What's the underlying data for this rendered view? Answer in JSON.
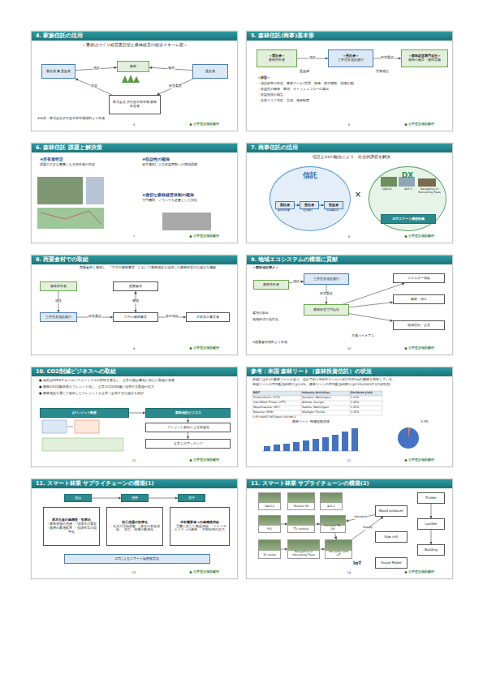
{
  "diagram": {
    "nodes": [
      {
        "text": [
          "4. 家族信託の活用"
        ]
      },
      {
        "text": [
          "委託者 兼 受益者"
        ],
        "in": 0
      },
      {
        "text": [
          "森林"
        ],
        "in": 0
      },
      {
        "text": [
          "受託者"
        ],
        "in": 0
      },
      {
        "text": [
          "株式会社 伊万里木材市場 森林経営者"
        ],
        "in": 0
      },
      {
        "text": [
          "5. 森林信託(商事)基本形"
        ]
      },
      {
        "text": [
          "＜委託者＞",
          "森林所有者"
        ],
        "in": 5
      },
      {
        "text": [
          "＜受託者＞",
          "三井住友信託銀行"
        ],
        "in": 5
      },
      {
        "text": [
          "＜森林経営専門会社＞",
          "森林の施業・管理実施"
        ],
        "in": 5
      },
      {
        "text": [
          "6. 森林信託 課題と解決策"
        ]
      },
      {
        "text": [
          "★所有者特定",
          "課題の大きな要素となる所有者の特定"
        ],
        "in": 9
      },
      {
        "text": [
          "★収益性の確保",
          "原木価格による収益変動への期間調整"
        ],
        "in": 9
      },
      {
        "text": [
          "★適切な森林経営体制の確保",
          "専門機関、ノウハウを必要とした対応"
        ],
        "in": 9
      },
      {
        "text": [
          "7. 商事信託の活用"
        ]
      },
      {
        "text": [
          "信託"
        ],
        "in": 13
      },
      {
        "text": [
          "委託者"
        ],
        "in": 14
      },
      {
        "text": [
          "受託者"
        ],
        "in": 14
      },
      {
        "text": [
          "受益者"
        ],
        "in": 14
      },
      {
        "text": [
          "DX"
        ],
        "in": 13
      },
      {
        "text": [
          "ICTスマート精密林業"
        ],
        "in": 18
      },
      {
        "text": [
          "8. 西粟倉村での取組"
        ]
      },
      {
        "text": [
          "森林所有者"
        ],
        "in": 20
      },
      {
        "text": [
          "三井住友信託銀行"
        ],
        "in": 20
      },
      {
        "text": [
          "西粟倉村"
        ],
        "in": 20
      },
      {
        "text": [
          "百年の森林事業"
        ],
        "in": 20
      },
      {
        "text": [
          "木材加工事業者"
        ],
        "in": 20
      },
      {
        "text": [
          "9. 地域エコシステムの構築に貢献"
        ]
      },
      {
        "text": [
          "森林所有者"
        ],
        "in": 26
      },
      {
        "text": [
          "三井住友信託銀行"
        ],
        "in": 26
      },
      {
        "text": [
          "森林経営専門会社"
        ],
        "in": 26
      },
      {
        "text": [
          "エネルギー供給"
        ],
        "in": 26
      },
      {
        "text": [
          "製材・加工"
        ],
        "in": 26
      },
      {
        "text": [
          "地域住民・企業"
        ],
        "in": 26
      },
      {
        "text": [
          "10. CO2削減ビジネスへの取組"
        ]
      },
      {
        "text": [
          "Jクレジット制度"
        ],
        "in": 33
      },
      {
        "text": [
          "森林信託ビジネス"
        ],
        "in": 33
      },
      {
        "text": [
          "クレジット創出による収益化"
        ],
        "in": 33
      },
      {
        "text": [
          "企業とのマッチング"
        ],
        "in": 33
      },
      {
        "text": [
          "参考：米国 森林リート（森林投資信託）の状況"
        ]
      },
      {
        "text": [
          "11. スマート林業 サプライチェーンの構築(1)"
        ]
      },
      {
        "text": [
          "川上"
        ],
        "in": 39
      },
      {
        "text": [
          "川中"
        ],
        "in": 39
      },
      {
        "text": [
          "川下"
        ],
        "in": 39
      },
      {
        "text": [
          "原木生産の高精度・効率化",
          "・森林資源の把握 ・伐採木の選定 ・路網の最適配置 ・伐採作業の効率化"
        ],
        "in": 39
      },
      {
        "text": [
          "加工流通の効率化",
          "・丸太の需給調整 ・原木の安定供給 ・加工・流通の最適化"
        ],
        "in": 39
      },
      {
        "text": [
          "木材需要者への高精度供給",
          "・需要に応じた製品供給 ・トレーサビリティの確保 ・木材利用の拡大"
        ],
        "in": 39
      },
      {
        "text": [
          "ICTによるスマート精密林業化"
        ],
        "in": 39
      },
      {
        "text": [
          "11. スマート林業 サプライチェーンの構築(2)"
        ]
      },
      {
        "text": [
          "UAV/LS"
        ],
        "in": 47
      },
      {
        "text": [
          "Multiple RS"
        ],
        "in": 47
      },
      {
        "text": [
          "ALS-3"
        ],
        "in": 47
      },
      {
        "text": [
          "PLS"
        ],
        "in": 47
      },
      {
        "text": [
          "TD method"
        ],
        "in": 47
      },
      {
        "text": [
          "3D model"
        ],
        "in": 47
      },
      {
        "text": [
          "Precision TD-DB"
        ],
        "in": 47
      },
      {
        "text": [
          "Navigation of Harvesting Trees"
        ],
        "in": 47
      },
      {
        "text": [
          "Harvester with IoT"
        ],
        "in": 47
      },
      {
        "text": [
          "Timber"
        ],
        "in": 47
      },
      {
        "text": [
          "Wood producer"
        ],
        "in": 47
      },
      {
        "text": [
          "Lumber"
        ],
        "in": 47
      },
      {
        "text": [
          "Saw mill"
        ],
        "in": 47
      },
      {
        "text": [
          "Building"
        ],
        "in": 47
      },
      {
        "text": [
          "House Maker"
        ],
        "in": 47
      }
    ],
    "edges": [
      {
        "from": 1,
        "to": 2,
        "label": "信託",
        "arrow": "to"
      },
      {
        "from": 3,
        "to": 2,
        "label": "管理",
        "arrow": "to"
      },
      {
        "from": 3,
        "to": 4,
        "label": "経営委託",
        "arrow": "to"
      },
      {
        "from": 4,
        "to": 1,
        "label": "収益",
        "arrow": "to"
      },
      {
        "from": 6,
        "to": 7,
        "label": "信託",
        "arrow": "to"
      },
      {
        "from": 7,
        "to": 8,
        "label": "経営委託",
        "arrow": "to"
      },
      {
        "from": 15,
        "to": 16,
        "arrow": "to"
      },
      {
        "from": 16,
        "to": 17,
        "arrow": "to"
      },
      {
        "from": 21,
        "to": 22,
        "label": "信託",
        "arrow": "to"
      },
      {
        "from": 22,
        "to": 24,
        "label": "経営委託",
        "arrow": "to"
      },
      {
        "from": 23,
        "to": 24,
        "label": "連携",
        "arrow": "both"
      },
      {
        "from": 24,
        "to": 25,
        "label": "原木供給",
        "arrow": "to"
      },
      {
        "from": 27,
        "to": 28,
        "label": "信託",
        "arrow": "to"
      },
      {
        "from": 28,
        "to": 29,
        "label": "経営委託",
        "arrow": "to"
      },
      {
        "from": 29,
        "to": 30,
        "arrow": "to"
      },
      {
        "from": 29,
        "to": 31,
        "arrow": "to"
      },
      {
        "from": 29,
        "to": 32,
        "arrow": "to"
      },
      {
        "from": 34,
        "to": 35,
        "arrow": "to"
      },
      {
        "from": 35,
        "to": 36,
        "arrow": "to"
      },
      {
        "from": 36,
        "to": 37,
        "arrow": "to"
      },
      {
        "from": 40,
        "to": 41,
        "arrow": "to"
      },
      {
        "from": 41,
        "to": 42,
        "arrow": "to"
      },
      {
        "from": 51,
        "to": 52,
        "arrow": "to"
      },
      {
        "from": 52,
        "to": 54,
        "arrow": "to"
      },
      {
        "from": 53,
        "to": 55,
        "arrow": "to"
      },
      {
        "from": 55,
        "to": 56,
        "arrow": "to"
      },
      {
        "from": 54,
        "to": 56,
        "arrow": "to"
      },
      {
        "from": 56,
        "to": 58,
        "label": "Supply",
        "arrow": "to"
      },
      {
        "from": 58,
        "to": 54,
        "label": "Demand",
        "arrow": "to"
      },
      {
        "from": 57,
        "to": 59,
        "arrow": "to"
      },
      {
        "from": 59,
        "to": 61,
        "arrow": "to"
      }
    ],
    "labels": [
      "＜里親山づくり経営委託型と森林経営の組合スキーム図＞",
      "※出所：株式会社伊万里木材市場資料より作成",
      "5",
      "三井住友信託銀行",
      "受益権",
      "業務報告",
      "＜課題＞",
      "・信託財産の特定　森林データ(境界、材積、樹木種類、伐採計画)",
      "・収益性の確保　費用、キャッシュフローの算出",
      "・収益状況の報告",
      "・災害リスク対応　立地、保険制度",
      "6",
      "三井住友信託銀行",
      "7",
      "三井住友信託銀行",
      "信託とDXの融合により、社会的課題を解決",
      "森林所有者",
      "信託銀行",
      "林業事業体",
      "×",
      "UAV/LS",
      "ALS-3",
      "Navigation of Harvesting Trees",
      "8",
      "三井住友信託銀行",
      "西粟倉村と連携し、『百年の森林事業』において森林信託を活用した森林経営の仕組みを構築",
      "9",
      "三井住友信託銀行",
      "＜森林信託導入＞",
      "雇用の創出",
      "地域経済の活性化",
      "木質バイオマス",
      "※西粟倉村資料より作成",
      "10",
      "三井住友信託銀行",
      "● 政府は2050年カーボンニュートラルの実現を宣言し、企業の脱炭素化に向けた取組が加速",
      "● 森林のCO2吸収量をクレジット化し、企業のCO2削減に活用する取組が拡大",
      "● 森林信託を通じて創出したクレジットを企業へ提供する仕組みを検討",
      "11",
      "三井住友信託銀行",
      "米国には4つの森林リートがあり、合計で約1,900万エーカー(約770万ha)の森林を所有している。",
      "米国リートの平均配当利回りは3.3%、森林リートの平均配当利回りは2.5%(2021年3月末現在)",
      "REIT",
      "Industry Activities",
      "Dividend yield",
      "PotlatchDeltic (PCH)",
      "Spokane, Washington",
      "3.10%",
      "CatchMark Timber (CTT)",
      "Atlanta, Georgia",
      "2.49%",
      "Weyerhaeuser (WY)",
      "Seattle, Washington",
      "1.91%",
      "Rayonier (RYN)",
      "Wildlight, Florida",
      "3.35%",
      "(出所) NAREIT REITWatch 2021年3月",
      "森林リート 時価総額推移",
      "3.3%",
      "12",
      "三井住友信託銀行",
      "13",
      "三井住友信託銀行",
      "IoT",
      "14",
      "三井住友信託銀行"
    ]
  }
}
